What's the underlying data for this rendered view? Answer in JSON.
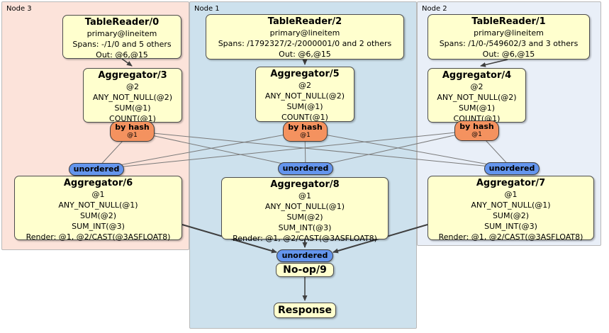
{
  "regions": {
    "node3": {
      "label": "Node 3"
    },
    "node1": {
      "label": "Node 1"
    },
    "node2": {
      "label": "Node 2"
    }
  },
  "nodes": {
    "tr0": {
      "title": "TableReader/0",
      "lines": [
        "primary@lineitem",
        "Spans: -/1/0 and 5 others",
        "Out: @6,@15"
      ]
    },
    "tr2": {
      "title": "TableReader/2",
      "lines": [
        "primary@lineitem",
        "Spans: /1792327/2-/2000001/0 and 2 others",
        "Out: @6,@15"
      ]
    },
    "tr1": {
      "title": "TableReader/1",
      "lines": [
        "primary@lineitem",
        "Spans: /1/0-/549602/3 and 3 others",
        "Out: @6,@15"
      ]
    },
    "agg3": {
      "title": "Aggregator/3",
      "lines": [
        "@2",
        "ANY_NOT_NULL(@2)",
        "SUM(@1)",
        "COUNT(@1)"
      ]
    },
    "agg5": {
      "title": "Aggregator/5",
      "lines": [
        "@2",
        "ANY_NOT_NULL(@2)",
        "SUM(@1)",
        "COUNT(@1)"
      ]
    },
    "agg4": {
      "title": "Aggregator/4",
      "lines": [
        "@2",
        "ANY_NOT_NULL(@2)",
        "SUM(@1)",
        "COUNT(@1)"
      ]
    },
    "agg6": {
      "title": "Aggregator/6",
      "lines": [
        "@1",
        "ANY_NOT_NULL(@1)",
        "SUM(@2)",
        "SUM_INT(@3)",
        "Render: @1, @2/CAST(@3ASFLOAT8)"
      ]
    },
    "agg8": {
      "title": "Aggregator/8",
      "lines": [
        "@1",
        "ANY_NOT_NULL(@1)",
        "SUM(@2)",
        "SUM_INT(@3)",
        "Render: @1, @2/CAST(@3ASFLOAT8)"
      ]
    },
    "agg7": {
      "title": "Aggregator/7",
      "lines": [
        "@1",
        "ANY_NOT_NULL(@1)",
        "SUM(@2)",
        "SUM_INT(@3)",
        "Render: @1, @2/CAST(@3ASFLOAT8)"
      ]
    },
    "hash_left": {
      "label": "by hash",
      "sub": "@1"
    },
    "hash_mid": {
      "label": "by hash",
      "sub": "@1"
    },
    "hash_right": {
      "label": "by hash",
      "sub": "@1"
    },
    "unordered_left": {
      "label": "unordered"
    },
    "unordered_mid": {
      "label": "unordered"
    },
    "unordered_right": {
      "label": "unordered"
    },
    "unordered_bottom": {
      "label": "unordered"
    },
    "noop": {
      "title": "No-op/9"
    },
    "response": {
      "title": "Response"
    }
  },
  "edges": [
    "TableReader/0 -> Aggregator/3",
    "TableReader/2 -> Aggregator/5",
    "TableReader/1 -> Aggregator/4",
    "Aggregator/3 -> by hash (left)",
    "Aggregator/5 -> by hash (mid)",
    "Aggregator/4 -> by hash (right)",
    "by hash (left) -> unordered (left)",
    "by hash (left) -> unordered (mid)",
    "by hash (left) -> unordered (right)",
    "by hash (mid) -> unordered (left)",
    "by hash (mid) -> unordered (mid)",
    "by hash (mid) -> unordered (right)",
    "by hash (right) -> unordered (left)",
    "by hash (right) -> unordered (mid)",
    "by hash (right) -> unordered (right)",
    "unordered (left) -> Aggregator/6",
    "unordered (mid) -> Aggregator/8",
    "unordered (right) -> Aggregator/7",
    "Aggregator/6 -> unordered (bottom)",
    "Aggregator/8 -> unordered (bottom)",
    "Aggregator/7 -> unordered (bottom)",
    "unordered (bottom) -> No-op/9",
    "No-op/9 -> Response"
  ],
  "colors": {
    "node3_bg": "#fce3da",
    "node1_bg": "#cde1ed",
    "node2_bg": "#e9eff8",
    "box_bg": "#ffffce",
    "box_border": "#4d4d4d",
    "hash_router_bg": "#f4925f",
    "unordered_sync_bg": "#6495ed",
    "edge_dark": "#3f3f3f",
    "edge_thin": "#7a7a7a"
  }
}
